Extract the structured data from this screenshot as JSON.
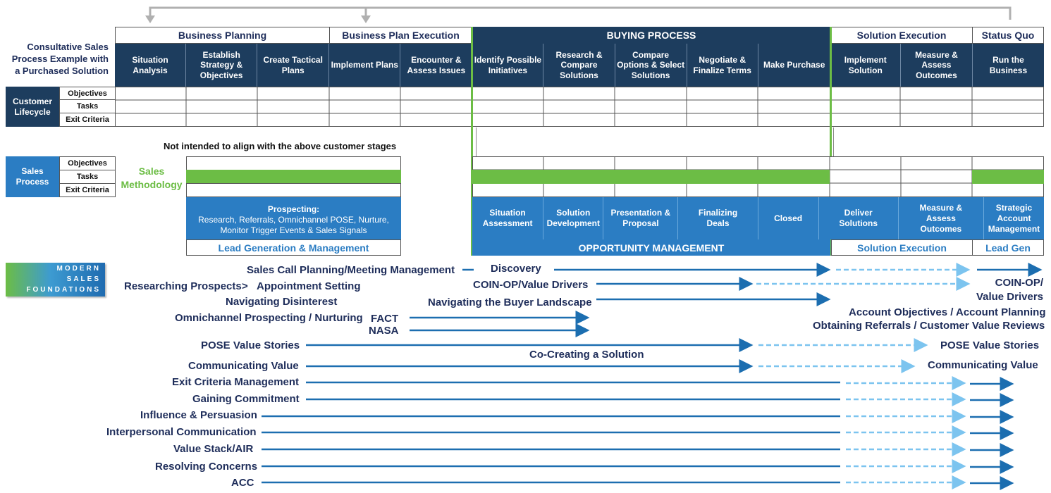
{
  "title": "Consultative Sales Process Example with a Purchased Solution",
  "phases": {
    "business_planning": "Business Planning",
    "business_plan_execution": "Business Plan Execution",
    "buying_process": "BUYING PROCESS",
    "solution_execution": "Solution Execution",
    "status_quo": "Status Quo"
  },
  "customer_stages": [
    "Situation Analysis",
    "Establish Strategy & Objectives",
    "Create Tactical Plans",
    "Implement Plans",
    "Encounter & Assess Issues",
    "Identify Possible Initiatives",
    "Research & Compare Solutions",
    "Compare Options & Select Solutions",
    "Negotiate & Finalize Terms",
    "Make Purchase",
    "Implement Solution",
    "Measure & Assess Outcomes",
    "Run the Business"
  ],
  "customer_lifecycle": {
    "label": "Customer Lifecycle",
    "rows": [
      "Objectives",
      "Tasks",
      "Exit Criteria"
    ]
  },
  "not_aligned_note": "Not intended to align with the above customer stages",
  "sales_process": {
    "label": "Sales Process",
    "rows": [
      "Objectives",
      "Tasks",
      "Exit Criteria"
    ]
  },
  "sales_methodology": "Sales Methodology",
  "prospecting": {
    "title": "Prospecting:",
    "detail": "Research, Referrals, Omnichannel POSE, Nurture, Monitor Trigger Events & Sales Signals",
    "footer": "Lead Generation & Management"
  },
  "sales_stages": [
    "Situation Assessment",
    "Solution Development",
    "Presentation & Proposal",
    "Finalizing Deals",
    "Closed",
    "Deliver Solutions",
    "Measure & Assess Outcomes",
    "Strategic Account Management"
  ],
  "footers": {
    "opportunity_management": "OPPORTUNITY MANAGEMENT",
    "solution_execution": "Solution Execution",
    "lead_gen": "Lead Gen"
  },
  "logo": {
    "line1": "MODERN",
    "line2": "SALES",
    "line3": "FOUNDATIONS"
  },
  "skills": {
    "sales_call_planning": "Sales Call Planning/Meeting Management",
    "discovery": "Discovery",
    "researching_prospects": "Researching Prospects",
    "separator": ">",
    "appointment_setting": "Appointment Setting",
    "coin_op": "COIN-OP/Value Drivers",
    "coin_op_right_1": "COIN-OP/",
    "coin_op_right_2": "Value Drivers",
    "navigating_disinterest": "Navigating Disinterest",
    "navigating_buyer": "Navigating the Buyer Landscape",
    "omnichannel": "Omnichannel Prospecting / Nurturing",
    "fact": "FACT",
    "nasa": "NASA",
    "account_objectives": "Account Objectives / Account Planning",
    "obtaining_referrals": "Obtaining Referrals / Customer Value Reviews",
    "pose_value_stories": "POSE Value Stories",
    "pose_value_stories_right": "POSE Value Stories",
    "co_creating": "Co-Creating a Solution",
    "communicating_value": "Communicating Value",
    "communicating_value_right": "Communicating Value",
    "exit_criteria_mgmt": "Exit Criteria Management",
    "gaining_commitment": "Gaining Commitment",
    "influence": "Influence & Persuasion",
    "interpersonal": "Interpersonal Communication",
    "value_stack": "Value Stack/AIR",
    "resolving_concerns": "Resolving Concerns",
    "acc": "ACC"
  },
  "colors": {
    "navy": "#1d3d5e",
    "blue": "#2b7dc3",
    "green": "#6cbd45",
    "arrow": "#1c6eb0",
    "arrow_light": "#7cc4ef"
  }
}
